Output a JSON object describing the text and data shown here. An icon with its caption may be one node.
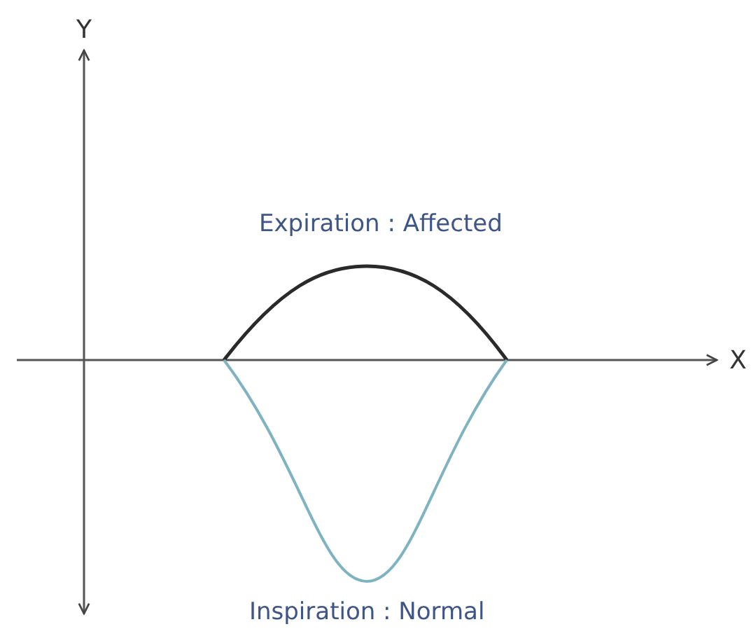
{
  "diagram": {
    "labels": [
      "Y",
      "Expiration : Affected",
      "X",
      "Inspiration : Normal"
    ]
  }
}
